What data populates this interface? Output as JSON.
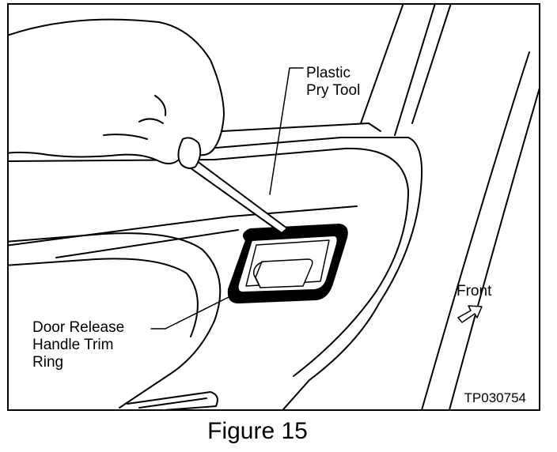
{
  "figure": {
    "caption": "Figure 15",
    "reference_code": "TP030754"
  },
  "callouts": {
    "pry_tool": [
      "Plastic",
      "Pry Tool"
    ],
    "trim_ring": [
      "Door Release",
      "Handle Trim",
      "Ring"
    ],
    "direction": "Front"
  },
  "icons": {
    "direction_arrow": "outline-arrow-pointing-upper-right"
  }
}
